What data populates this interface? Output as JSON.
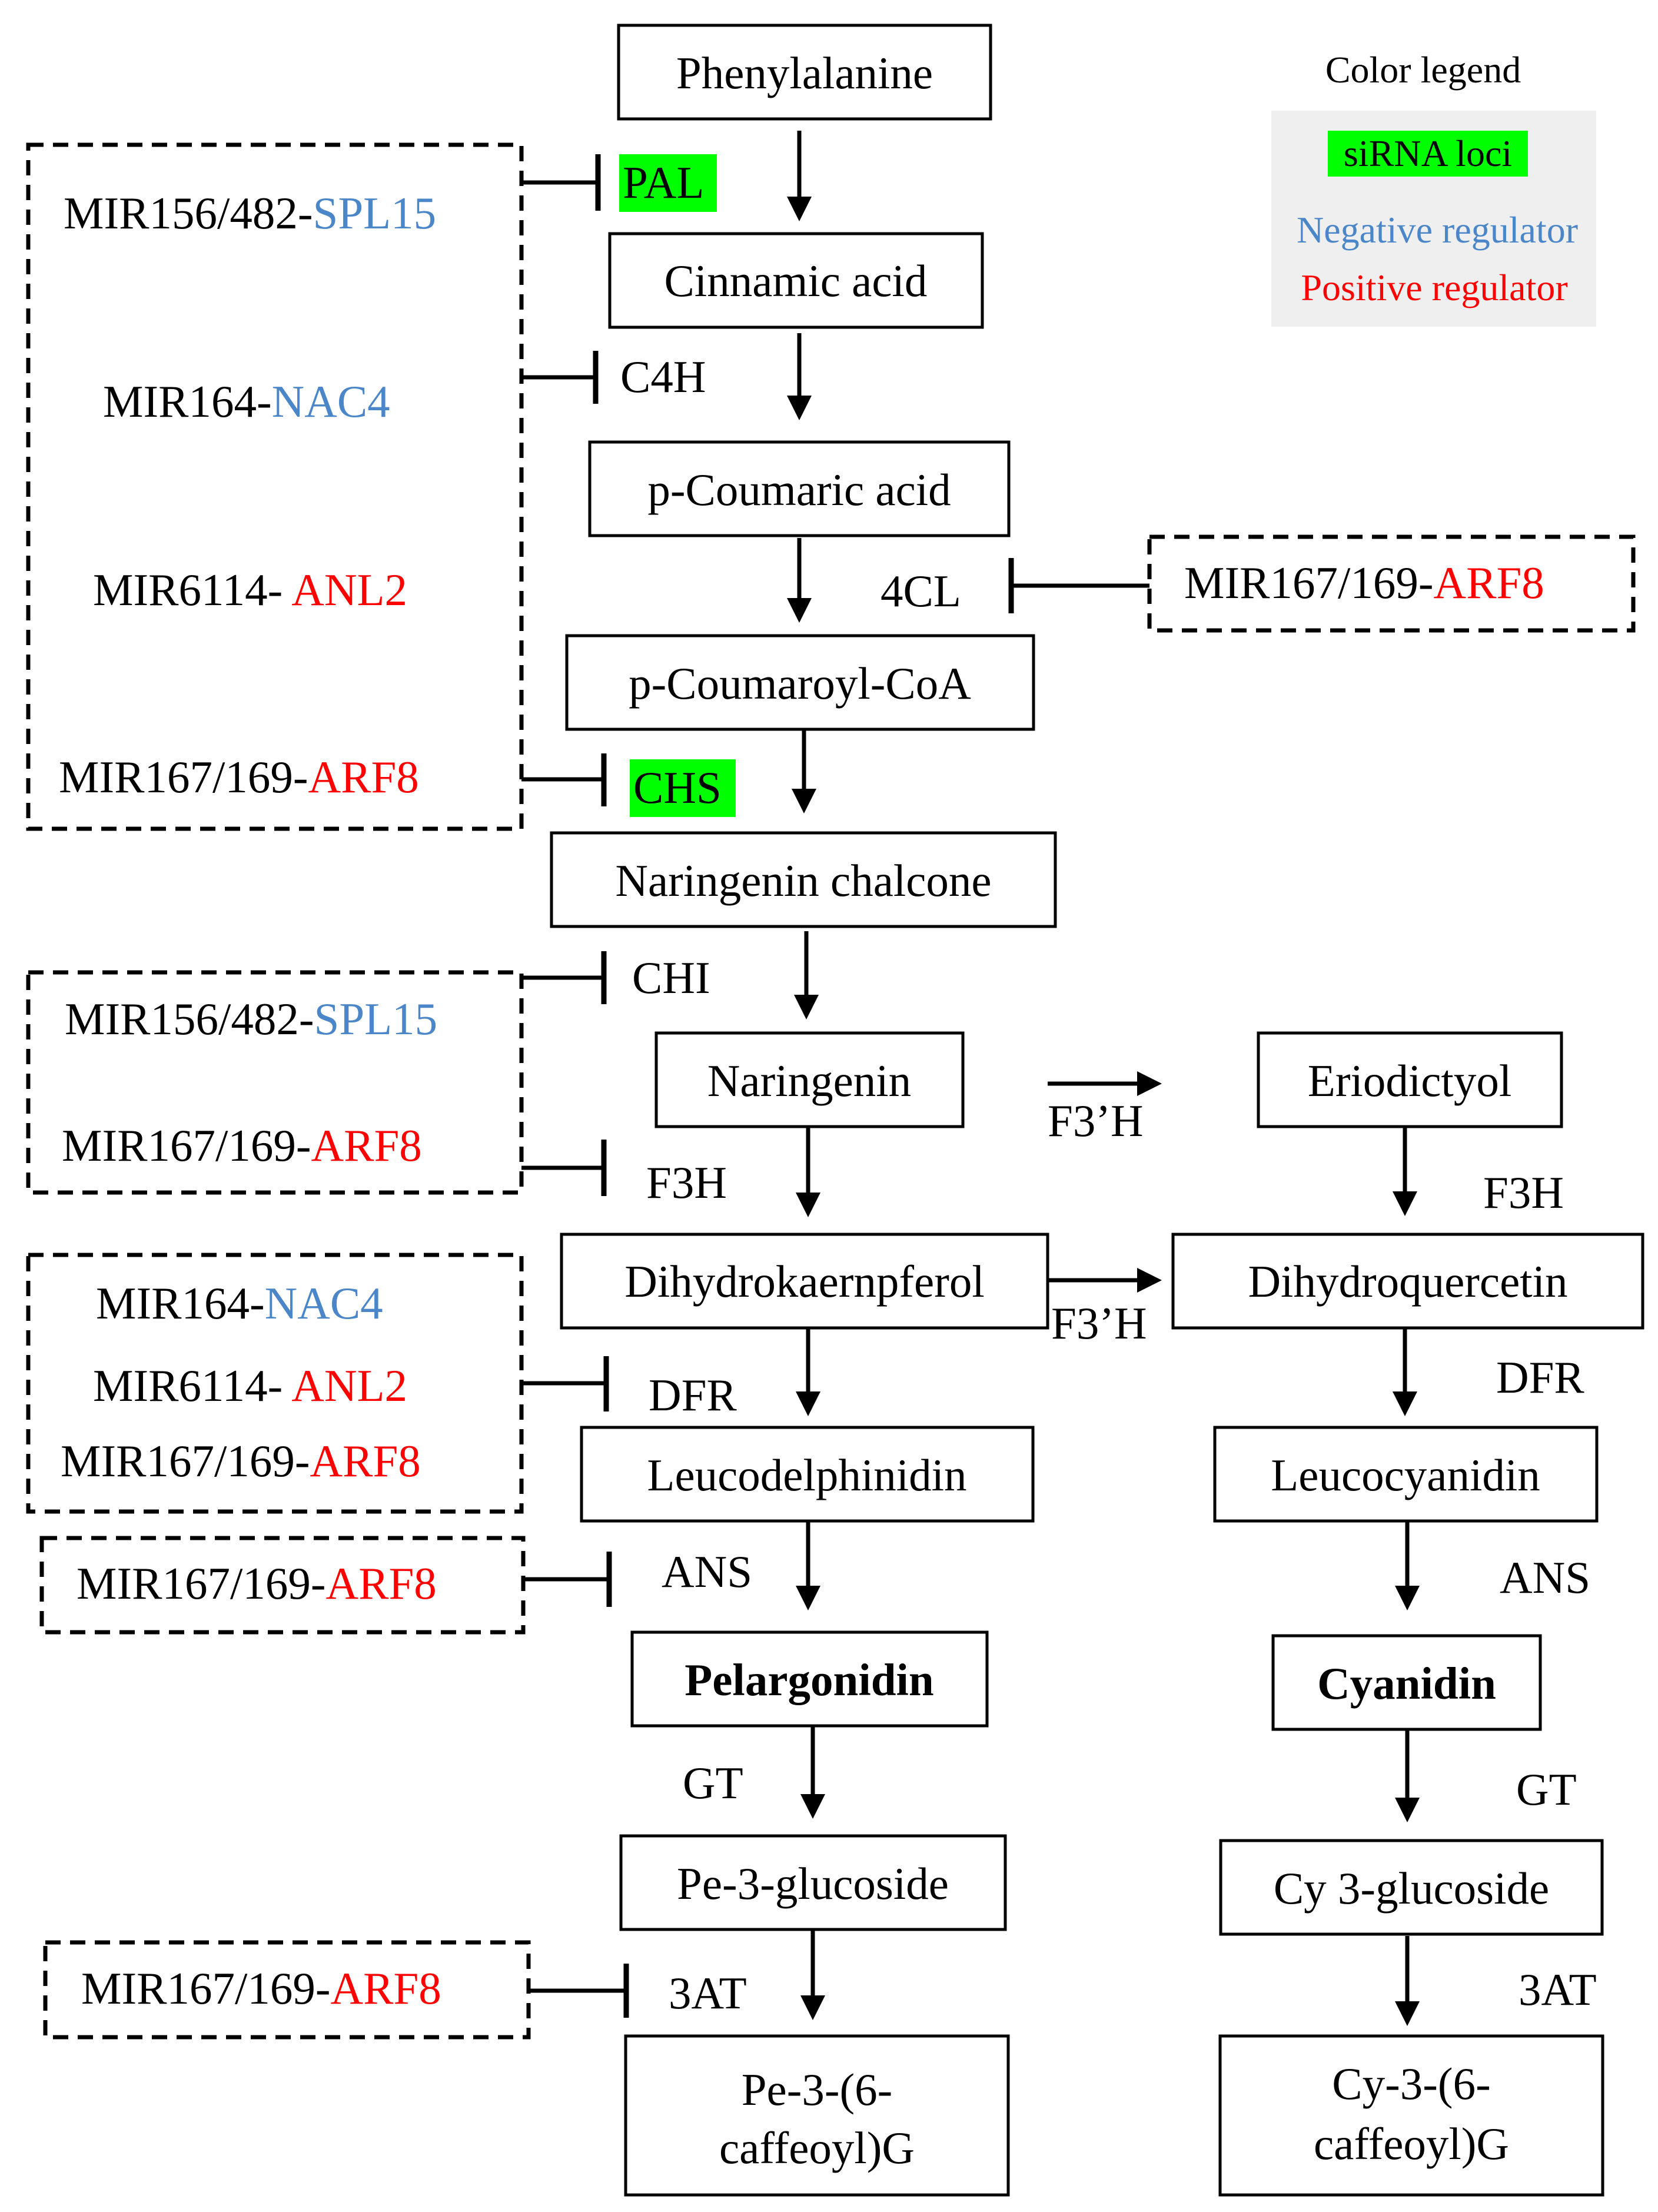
{
  "legend": {
    "title": "Color legend",
    "items": [
      {
        "label": "siRNA loci",
        "color": "#00ff00"
      },
      {
        "label": "Negative regulator",
        "color": "#4a86c8"
      },
      {
        "label": "Positive regulator",
        "color": "#ff0000"
      }
    ]
  },
  "colors": {
    "sirna": "#00ff00",
    "negative": "#4a86c8",
    "positive": "#ff0000",
    "chalcone_fill": "#ffe08a",
    "pe_final_fill": "#ff66a3",
    "cy_final_fill": "#e066bb"
  },
  "nodes": {
    "phenylalanine": "Phenylalanine",
    "cinnamic": "Cinnamic acid",
    "pcoumaric": "p-Coumaric acid",
    "pcoumaroyl": "p-Coumaroyl-CoA",
    "chalcone": "Naringenin chalcone",
    "naringenin": "Naringenin",
    "eriodictyol": "Eriodictyol",
    "dihydrokaempferol": "Dihydrokaernpferol",
    "dihydroquercetin": "Dihydroquercetin",
    "leucodelphinidin": "Leucodelphinidin",
    "leucocyanidin": "Leucocyanidin",
    "pelargonidin": "Pelargonidin",
    "cyanidin": "Cyanidin",
    "pe3g": "Pe-3-glucoside",
    "cy3g": "Cy 3-glucoside",
    "pe_final": [
      "Pe-3-(6-",
      "caffeoyl)G"
    ],
    "cy_final": [
      "Cy-3-(6-",
      "caffeoyl)G"
    ]
  },
  "enzymes": {
    "pal": "PAL",
    "c4h": "C4H",
    "cl4": "4CL",
    "chs": "CHS",
    "chi": "CHI",
    "f3h": "F3H",
    "f3h_right": "F3H",
    "f3ph_top": "F3’H",
    "f3ph_mid": "F3’H",
    "dfr": "DFR",
    "dfr_right": "DFR",
    "ans": "ANS",
    "ans_right": "ANS",
    "gt": "GT",
    "gt_right": "GT",
    "at3": "3AT",
    "at3_right": "3AT"
  },
  "regulators": {
    "g1_spl15": {
      "mir": "MIR156/482-",
      "target": "SPL15"
    },
    "g1_nac4": {
      "mir": "MIR164-",
      "target": "NAC4"
    },
    "g1_anl2": {
      "mir": "MIR6114- ",
      "target": "ANL2"
    },
    "g1_arf8": {
      "mir": "MIR167/169-",
      "target": "ARF8"
    },
    "r_4cl_arf8": {
      "mir": "MIR167/169-",
      "target": "ARF8"
    },
    "g2_spl15": {
      "mir": "MIR156/482-",
      "target": "SPL15"
    },
    "g2_arf8": {
      "mir": "MIR167/169-",
      "target": "ARF8"
    },
    "g3_nac4": {
      "mir": "MIR164-",
      "target": "NAC4"
    },
    "g3_anl2": {
      "mir": "MIR6114- ",
      "target": "ANL2"
    },
    "g3_arf8": {
      "mir": "MIR167/169-",
      "target": "ARF8"
    },
    "g4_arf8": {
      "mir": "MIR167/169-",
      "target": "ARF8"
    },
    "g5_arf8": {
      "mir": "MIR167/169-",
      "target": "ARF8"
    }
  }
}
